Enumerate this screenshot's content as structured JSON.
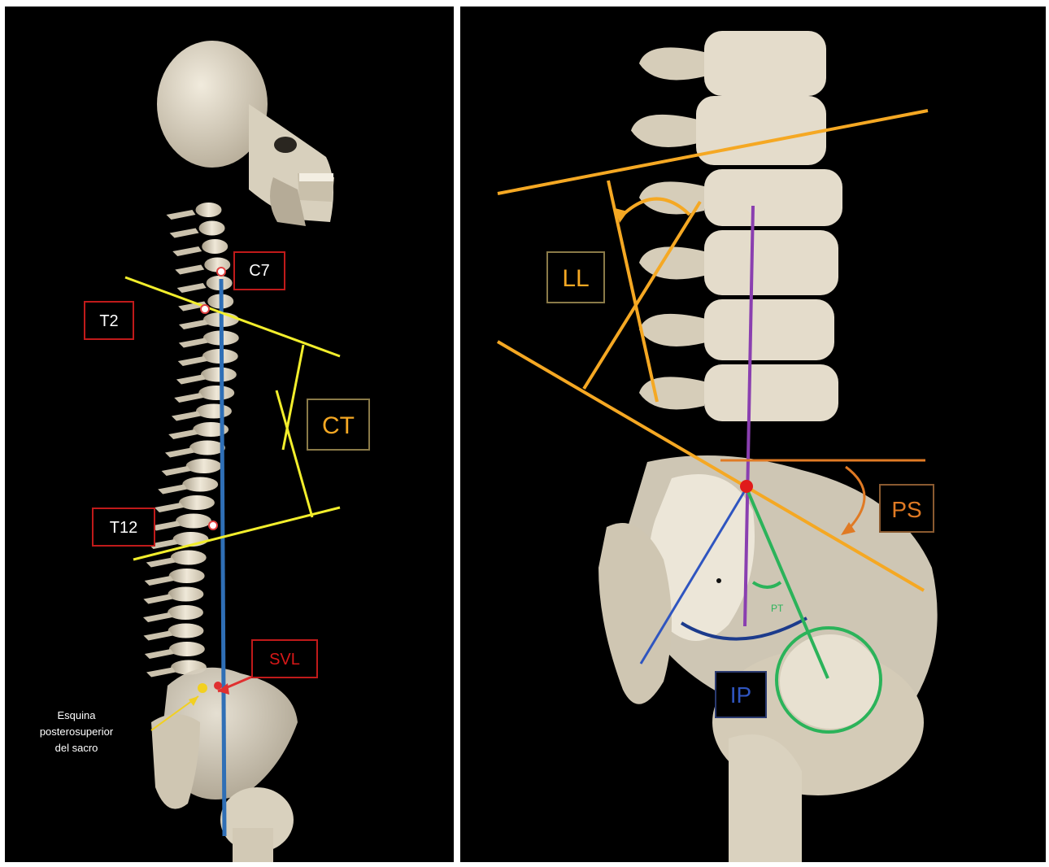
{
  "left_panel": {
    "labels": {
      "c7": "C7",
      "t2": "T2",
      "ct": "CT",
      "t12": "T12",
      "svl": "SVL",
      "sacrum_note_line1": "Esquina",
      "sacrum_note_line2": "posterosuperior",
      "sacrum_note_line3": "del sacro"
    }
  },
  "right_panel": {
    "labels": {
      "ll": "LL",
      "ps": "PS",
      "ip": "IP",
      "pt": "PT"
    }
  },
  "colors": {
    "background": "#000000",
    "bone": "#e6dfcf",
    "bone_shadow": "#b9b09e",
    "yellow_line": "#f2ee2c",
    "orange_line": "#f5a823",
    "plumb_line": "#2f6fb6",
    "vertical_ref": "#8a3fb0",
    "pt_line": "#2bb35a",
    "ip_arc": "#1c3b8c",
    "ps_orange": "#e07a24",
    "label_border_red": "#c01a1a",
    "svl_text": "#d81818"
  }
}
